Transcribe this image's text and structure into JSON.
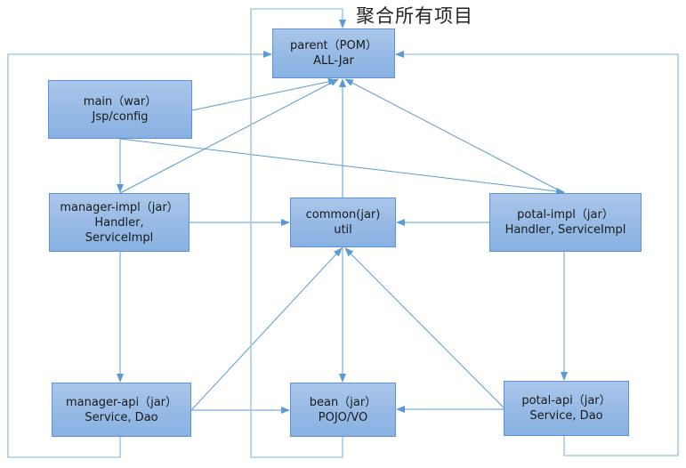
{
  "title": "聚合所有项目",
  "colors": {
    "node_fill_top": "#abc6ea",
    "node_fill_bottom": "#88b1e2",
    "node_border": "#5b93d3",
    "edge": "#5b9bd5",
    "loop_edge": "#a9c8e8"
  },
  "nodes": [
    {
      "id": "parent",
      "lines": [
        "parent（POM）",
        "ALL-Jar"
      ]
    },
    {
      "id": "main",
      "lines": [
        "main（war）",
        "Jsp/config"
      ]
    },
    {
      "id": "manager-impl",
      "lines": [
        "manager-impl（jar）",
        "Handler,",
        "ServiceImpl"
      ]
    },
    {
      "id": "common",
      "lines": [
        "common(jar)",
        "util"
      ]
    },
    {
      "id": "potal-impl",
      "lines": [
        "potal-impl（jar）",
        "Handler, ServiceImpl"
      ]
    },
    {
      "id": "manager-api",
      "lines": [
        "manager-api（jar）",
        "Service, Dao"
      ]
    },
    {
      "id": "bean",
      "lines": [
        "bean（jar）",
        "POJO/VO"
      ]
    },
    {
      "id": "potal-api",
      "lines": [
        "potal-api（jar）",
        "Service, Dao"
      ]
    }
  ],
  "edges": [
    {
      "from": "main",
      "to": "parent"
    },
    {
      "from": "main",
      "to": "manager-impl"
    },
    {
      "from": "main",
      "to": "potal-impl"
    },
    {
      "from": "manager-impl",
      "to": "parent"
    },
    {
      "from": "manager-impl",
      "to": "common"
    },
    {
      "from": "manager-impl",
      "to": "manager-api"
    },
    {
      "from": "common",
      "to": "parent"
    },
    {
      "from": "common",
      "to": "bean"
    },
    {
      "from": "potal-impl",
      "to": "parent"
    },
    {
      "from": "potal-impl",
      "to": "common"
    },
    {
      "from": "potal-impl",
      "to": "potal-api"
    },
    {
      "from": "manager-api",
      "to": "common"
    },
    {
      "from": "manager-api",
      "to": "bean"
    },
    {
      "from": "potal-api",
      "to": "common"
    },
    {
      "from": "potal-api",
      "to": "bean"
    },
    {
      "from": "manager-api",
      "to": "parent",
      "style": "loop"
    },
    {
      "from": "bean",
      "to": "parent",
      "style": "loop"
    },
    {
      "from": "potal-api",
      "to": "parent",
      "style": "loop"
    }
  ]
}
